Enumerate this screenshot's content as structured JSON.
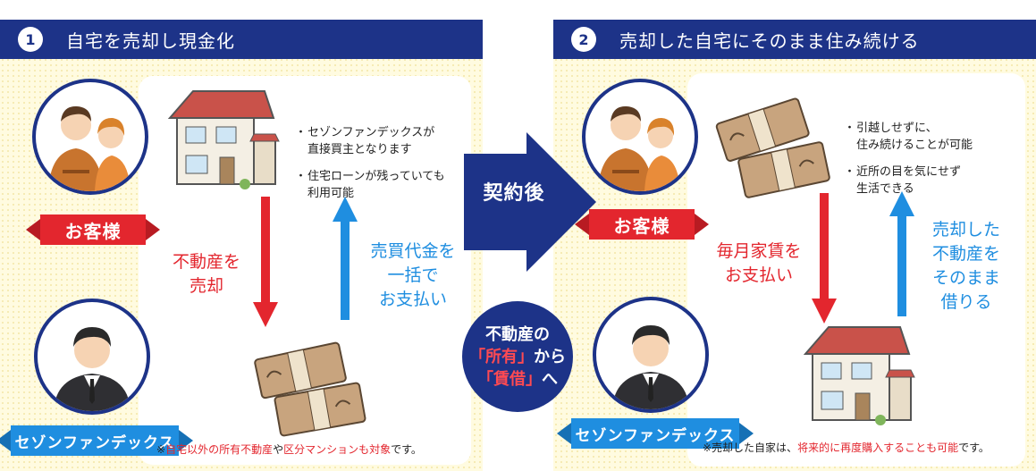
{
  "panel1": {
    "number": "1",
    "title": "自宅を売却し現金化",
    "customer_label": "お客様",
    "company_label": "セゾンファンデックス",
    "bullets": [
      {
        "line1": "セゾンファンデックスが",
        "line2": "直接買主となります"
      },
      {
        "line1": "住宅ローンが残っていても",
        "line2": "利用可能"
      }
    ],
    "flow_down": {
      "line1": "不動産を",
      "line2": "売却"
    },
    "flow_up": {
      "line1": "売買代金を",
      "line2": "一括で",
      "line3": "お支払い"
    },
    "note": {
      "prefix": "※",
      "hl1": "自宅以外の所有不動産",
      "mid": "や",
      "hl2": "区分マンションも対象",
      "suffix": "です。"
    }
  },
  "panel2": {
    "number": "2",
    "title": "売却した自宅にそのまま住み続ける",
    "customer_label": "お客様",
    "company_label": "セゾンファンデックス",
    "bullets": [
      {
        "line1": "引越しせずに、",
        "line2": "住み続けることが可能"
      },
      {
        "line1": "近所の目を気にせず",
        "line2": "生活できる"
      }
    ],
    "flow_down": {
      "line1": "毎月家賃を",
      "line2": "お支払い"
    },
    "flow_up": {
      "line1": "売却した",
      "line2": "不動産を",
      "line3": "そのまま",
      "line4": "借りる"
    },
    "note": {
      "prefix": "※売却した自家は、",
      "hl": "将来的に再度購入することも可能",
      "suffix": "です。"
    }
  },
  "center": {
    "arrow_label": "契約後",
    "circle_line1": "不動産の",
    "circle_line2_hl": "「所有」",
    "circle_line2_rest": "から",
    "circle_line3_hl": "「賃借」",
    "circle_line3_rest": "へ"
  },
  "colors": {
    "navy": "#1d3388",
    "red": "#e3262e",
    "blue": "#1f8ee0",
    "cream": "#fffbe0"
  }
}
